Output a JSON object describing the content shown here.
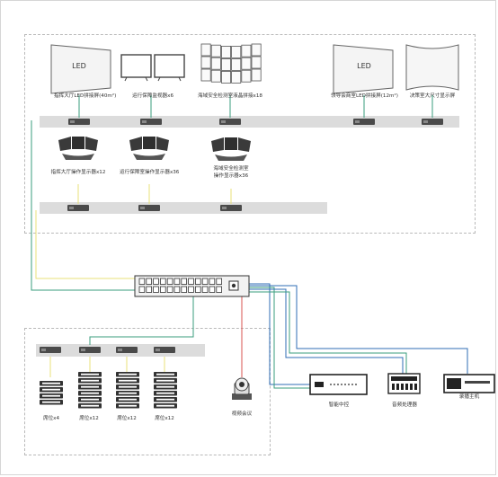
{
  "screens": {
    "led_command": {
      "text": "LED",
      "label": "指挥大厅LED拼接屏(40m²)"
    },
    "ops_monitor": {
      "label": "运行保障监视器x6"
    },
    "marine_wall": {
      "label": "海域安全检测室液晶拼接x18"
    },
    "led_leader": {
      "text": "LED",
      "label": "领导会商室LED拼接屏(12m²)"
    },
    "decision_screen": {
      "label": "决策室大尺寸显示屏"
    }
  },
  "consoles": {
    "command_hall": {
      "label": "指挥大厅操作显示器x12"
    },
    "ops_room": {
      "label": "运行保障室操作显示器x36"
    },
    "marine_room": {
      "line1": "海域安全检测室",
      "line2": "操作显示器x36"
    }
  },
  "seats": [
    {
      "label": "席位x4"
    },
    {
      "label": "席位x12"
    },
    {
      "label": "席位x12"
    },
    {
      "label": "席位x12"
    }
  ],
  "devices": {
    "video_conf": {
      "label": "视频会议"
    },
    "smart_control": {
      "label": "智能中控"
    },
    "audio_processor": {
      "label": "音频处理器"
    },
    "recording_host": {
      "label": "录播主机"
    }
  },
  "colors": {
    "green": "#3a9d7e",
    "yellow": "#e8e07a",
    "red": "#d9534f",
    "blue": "#2f6db5",
    "bar": "#dcdcdc"
  }
}
